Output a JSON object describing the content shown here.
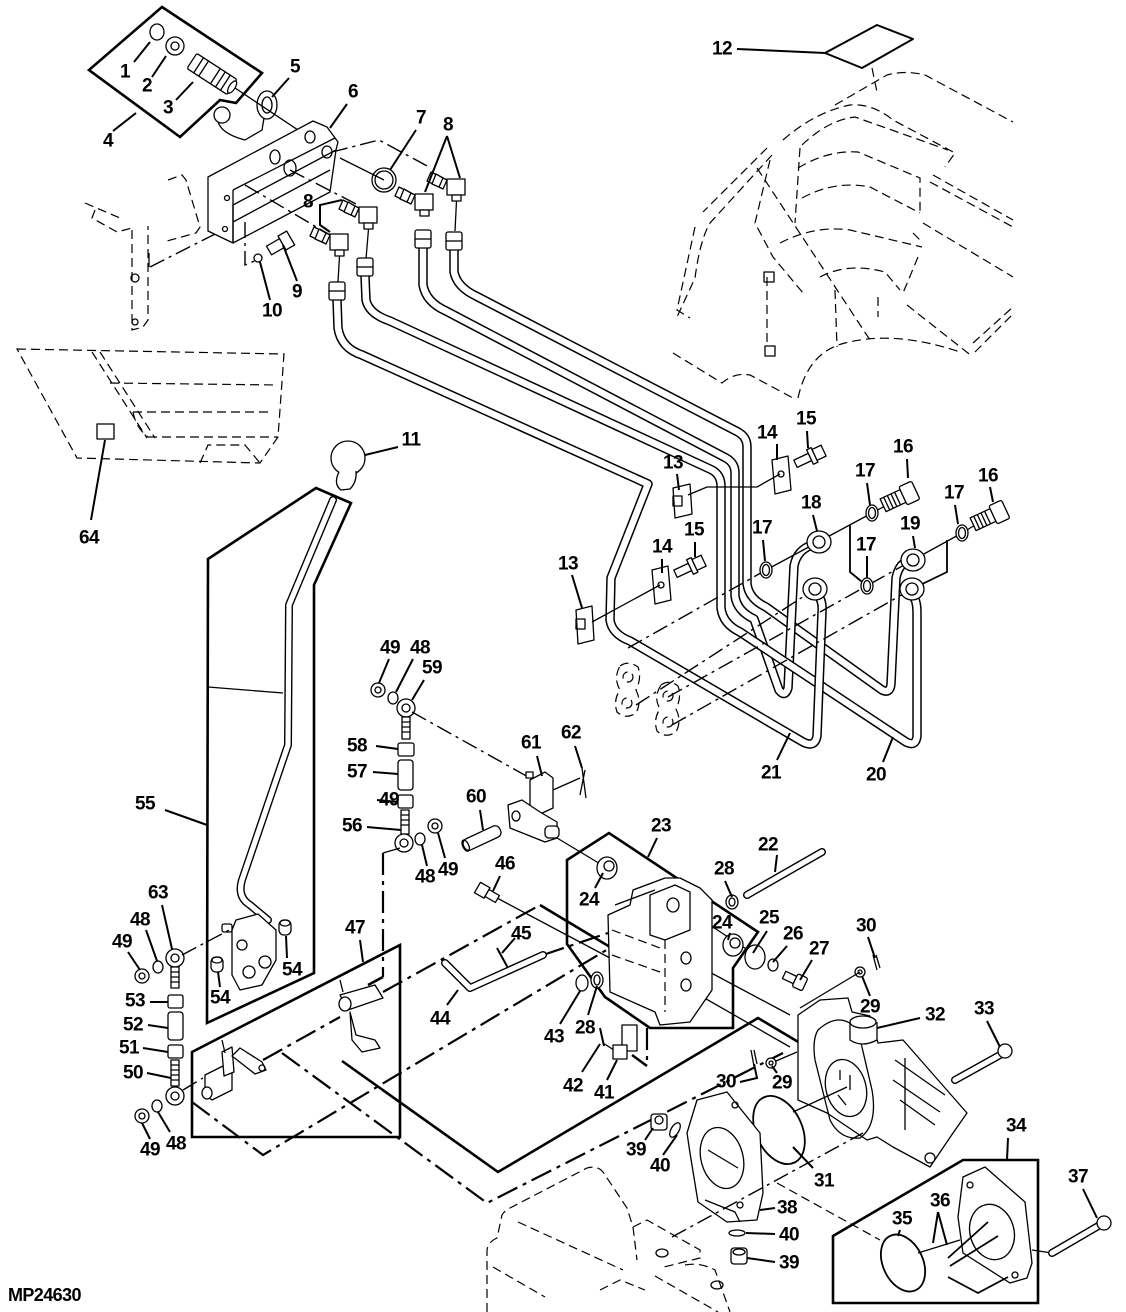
{
  "figure": {
    "id": "MP24630",
    "ink_color": "#000000",
    "background_color": "#ffffff"
  },
  "callouts": [
    "1",
    "2",
    "3",
    "4",
    "5",
    "6",
    "7",
    "8",
    "8",
    "9",
    "10",
    "11",
    "12",
    "13",
    "13",
    "14",
    "14",
    "15",
    "15",
    "16",
    "16",
    "17",
    "17",
    "17",
    "17",
    "18",
    "19",
    "20",
    "21",
    "22",
    "23",
    "24",
    "24",
    "25",
    "26",
    "27",
    "28",
    "28",
    "29",
    "29",
    "30",
    "30",
    "31",
    "32",
    "33",
    "34",
    "35",
    "36",
    "37",
    "38",
    "39",
    "39",
    "40",
    "40",
    "41",
    "42",
    "43",
    "44",
    "45",
    "46",
    "47",
    "48",
    "48",
    "48",
    "48",
    "49",
    "49",
    "49",
    "49",
    "49",
    "50",
    "51",
    "52",
    "53",
    "54",
    "54",
    "55",
    "56",
    "57",
    "58",
    "59",
    "60",
    "61",
    "62",
    "63",
    "64"
  ]
}
